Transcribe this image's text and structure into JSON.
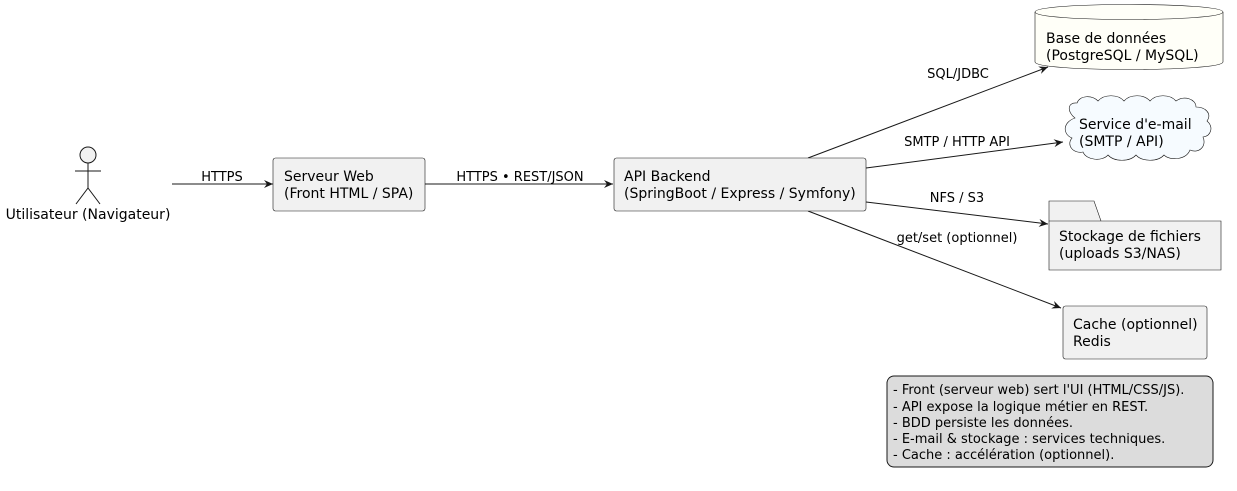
{
  "actor": {
    "label": "Utilisateur (Navigateur)",
    "icon": "stick-figure-icon"
  },
  "nodes": {
    "web": {
      "line1": "Serveur Web",
      "line2": "(Front HTML / SPA)"
    },
    "api": {
      "line1": "API Backend",
      "line2": "(SpringBoot / Express / Symfony)"
    },
    "db": {
      "line1": "Base de données",
      "line2": "(PostgreSQL / MySQL)",
      "shape": "database-icon"
    },
    "mail": {
      "line1": "Service d'e-mail",
      "line2": "(SMTP / API)",
      "shape": "cloud-icon"
    },
    "storage": {
      "line1": "Stockage de fichiers",
      "line2": "(uploads S3/NAS)",
      "shape": "folder-icon"
    },
    "cache": {
      "line1": "Cache (optionnel)",
      "line2": "Redis"
    }
  },
  "edges": {
    "user_web": "HTTPS",
    "web_api": "HTTPS • REST/JSON",
    "api_db": "SQL/JDBC",
    "api_mail": "SMTP / HTTP API",
    "api_storage": "NFS / S3",
    "api_cache": "get/set (optionnel)"
  },
  "note": {
    "lines": [
      "- Front (serveur web) sert l'UI (HTML/CSS/JS).",
      "- API expose la logique métier en REST.",
      "- BDD persiste les données.",
      "- E-mail & stockage : services techniques.",
      "- Cache : accélération (optionnel)."
    ]
  },
  "colors": {
    "node_fill": "#f1f1f1",
    "node_stroke": "#181818",
    "db_fill": "#fffff8",
    "mail_fill": "#f6fbff",
    "note_fill": "#dcdcdc",
    "edge": "#181818"
  }
}
